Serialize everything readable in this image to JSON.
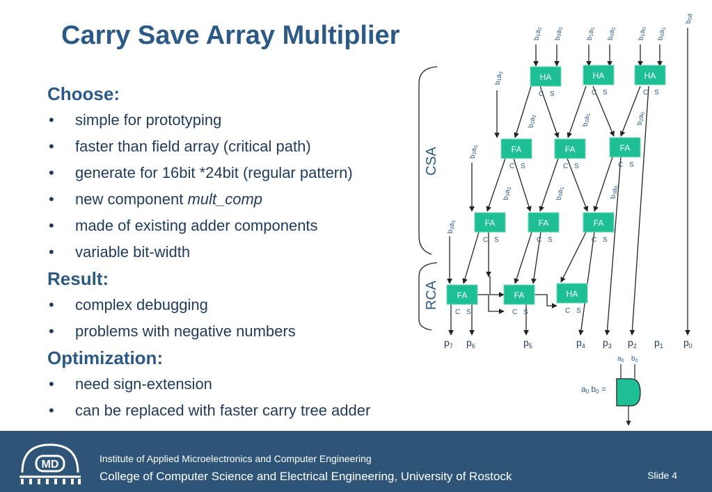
{
  "title": "Carry Save Array Multiplier",
  "sections": {
    "choose": {
      "heading": "Choose:",
      "items": [
        "simple for prototyping",
        "faster than field array (critical path)",
        "generate for 16bit *24bit (regular pattern)",
        "new component",
        "made of existing adder components",
        "variable bit-width"
      ],
      "item4_italic": "mult_comp"
    },
    "result": {
      "heading": "Result:",
      "items": [
        "complex debugging",
        "problems with negative numbers"
      ]
    },
    "optimization": {
      "heading": "Optimization",
      "heading_colon": ":",
      "items": [
        "need sign-extension",
        "can be replaced with faster carry tree adder"
      ]
    }
  },
  "bullet": "•",
  "diagram": {
    "group_csa": "CSA",
    "group_rca": "RCA",
    "cell_ha": "HA",
    "cell_fa": "FA",
    "port_c": "C",
    "port_s": "S",
    "gate_label": "a",
    "equals": "=",
    "gate_colors": {
      "cell_fill": "#1fbf96",
      "wire": "#222222"
    }
  },
  "footer": {
    "institute": "Institute of Applied Microelectronics and Computer Engineering",
    "college": "College of Computer Science and Electrical Engineering, University of Rostock",
    "slide": "Slide 4",
    "logo_text": "MD"
  },
  "colors": {
    "title": "#2b5a86",
    "footer_bg": "#2e5478",
    "cell": "#1fbf96"
  }
}
